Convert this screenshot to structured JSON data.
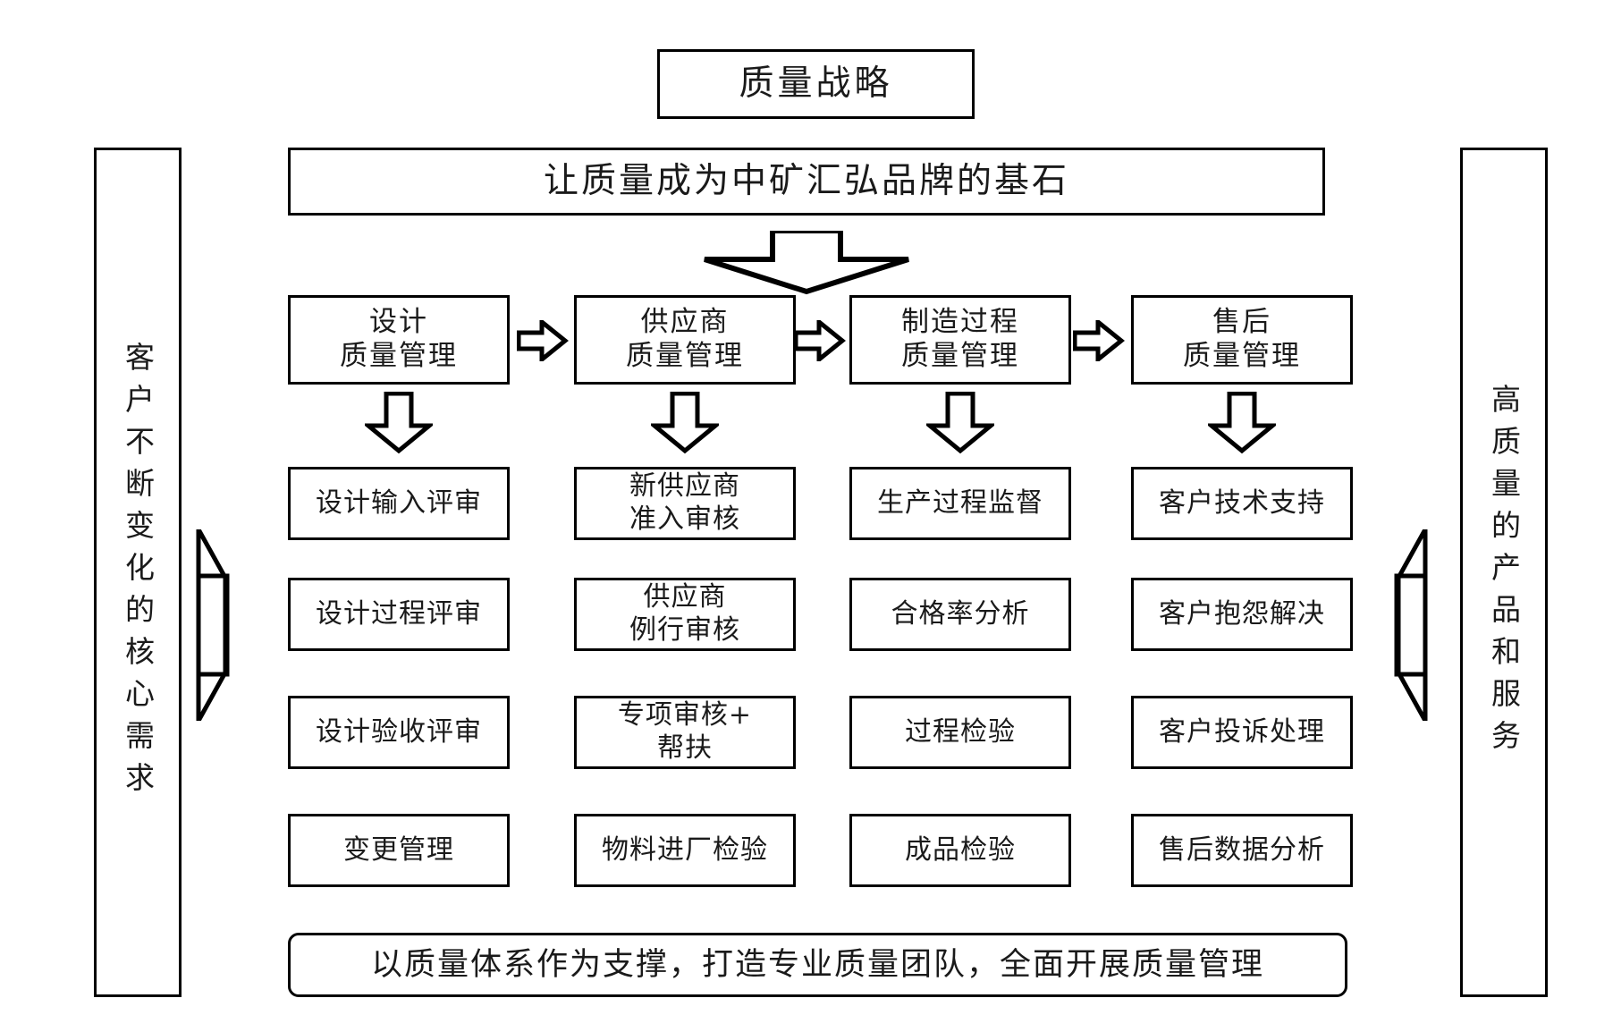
{
  "title": "质量战略",
  "slogan": "让质量成为中矿汇弘品牌的基石",
  "foundation": "以质量体系作为支撑，打造专业质量团队，全面开展质量管理",
  "left_panel": "客户不断变化的核心需求",
  "right_panel": "高质量的产品和服务",
  "stages": [
    {
      "label": "设计\n质量管理"
    },
    {
      "label": "供应商\n质量管理"
    },
    {
      "label": "制造过程\n质量管理"
    },
    {
      "label": "售后\n质量管理"
    }
  ],
  "columns": [
    {
      "stage": "设计质量管理",
      "items": [
        "设计输入评审",
        "设计过程评审",
        "设计验收评审",
        "变更管理"
      ]
    },
    {
      "stage": "供应商质量管理",
      "items": [
        "新供应商\n准入审核",
        "供应商\n例行审核",
        "专项审核+\n帮扶",
        "物料进厂检验"
      ]
    },
    {
      "stage": "制造过程质量管理",
      "items": [
        "生产过程监督",
        "合格率分析",
        "过程检验",
        "成品检验"
      ]
    },
    {
      "stage": "售后质量管理",
      "items": [
        "客户技术支持",
        "客户抱怨解决",
        "客户投诉处理",
        "售后数据分析"
      ]
    }
  ],
  "colors": {
    "stroke": "#000000",
    "background": "#ffffff",
    "text": "#1a1a1a"
  }
}
